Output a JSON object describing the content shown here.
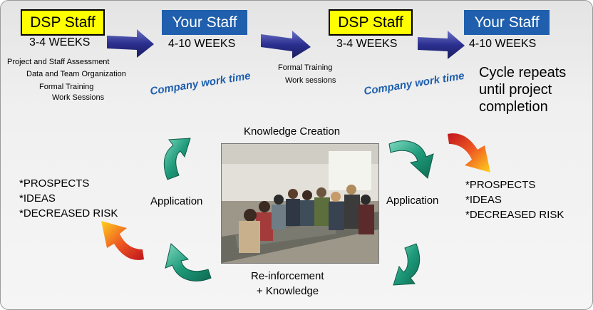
{
  "timeline": {
    "phase1": {
      "box": "DSP Staff",
      "weeks": "3-4 WEEKS",
      "activities": [
        "Project  and Staff Assessment",
        "Data and Team Organization",
        "Formal Training",
        "Work Sessions"
      ]
    },
    "phase2": {
      "box": "Your Staff",
      "weeks": "4-10 WEEKS",
      "note": "Company work time"
    },
    "phase3": {
      "box": "DSP Staff",
      "weeks": "3-4 WEEKS",
      "activities": [
        "Formal Training",
        "Work sessions"
      ]
    },
    "phase4": {
      "box": "Your Staff",
      "weeks": "4-10 WEEKS",
      "note": "Company work time"
    },
    "cycle_note": [
      "Cycle repeats",
      "until project",
      "completion"
    ]
  },
  "cycle": {
    "top_label": "Knowledge Creation",
    "left_label": "Application",
    "right_label": "Application",
    "bottom_label": [
      "Re-inforcement",
      "+ Knowledge"
    ]
  },
  "outcomes_left": [
    "*PROSPECTS",
    "*IDEAS",
    "*DECREASED RISK"
  ],
  "outcomes_right": [
    "*PROSPECTS",
    "*IDEAS",
    "*DECREASED RISK"
  ],
  "colors": {
    "dsp_box": "#ffff00",
    "your_box": "#1f5fad",
    "cycle_arrow": "#1e9a7a",
    "timeline_arrow": "#2b2f8f"
  },
  "icons": {
    "timeline_arrow": "navy-arrow-icon",
    "cycle_arrow": "teal-curved-arrow-icon",
    "outcome_arrow": "gradient-arrow-icon"
  }
}
